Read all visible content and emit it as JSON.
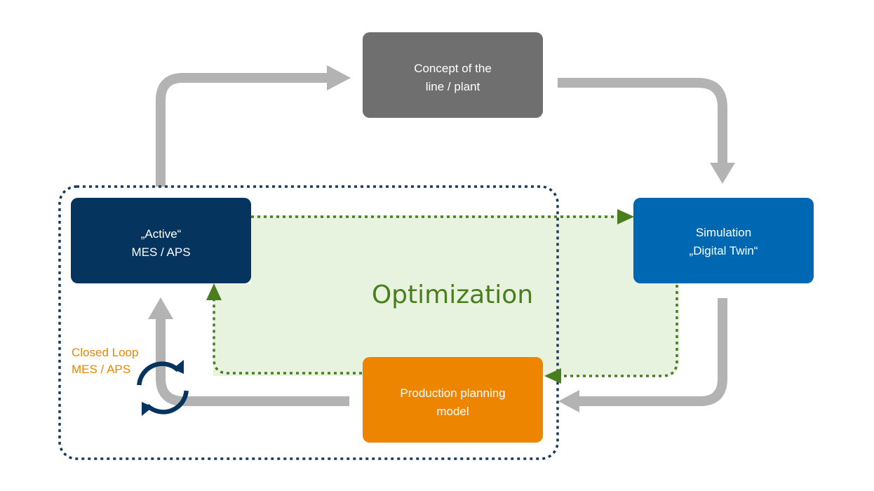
{
  "colors": {
    "gray_arrow": "#b3b3b3",
    "green_arrow": "#4a7d1e",
    "optimization_fill": "#e8f3df",
    "dotted_border": "#183a5c",
    "concept_box": "#6f6f6f",
    "mes_box": "#05345f",
    "simulation_box": "#0068b3",
    "production_box": "#ee8500",
    "closed_loop_text": "#ee8500",
    "optimization_text": "#4a7d1e",
    "loop_icon": "#05345f"
  },
  "nodes": {
    "concept": {
      "line1": "Concept of the",
      "line2": "line / plant"
    },
    "mes": {
      "line1": "„Active“",
      "line2": "MES / APS"
    },
    "simulation": {
      "line1": "Simulation",
      "line2": "„Digital Twin“"
    },
    "production": {
      "line1": "Production planning",
      "line2": "model"
    }
  },
  "optimization": {
    "label": "Optimization"
  },
  "closed_loop": {
    "line1": "Closed Loop",
    "line2": "MES / APS",
    "icon": "refresh-icon"
  }
}
